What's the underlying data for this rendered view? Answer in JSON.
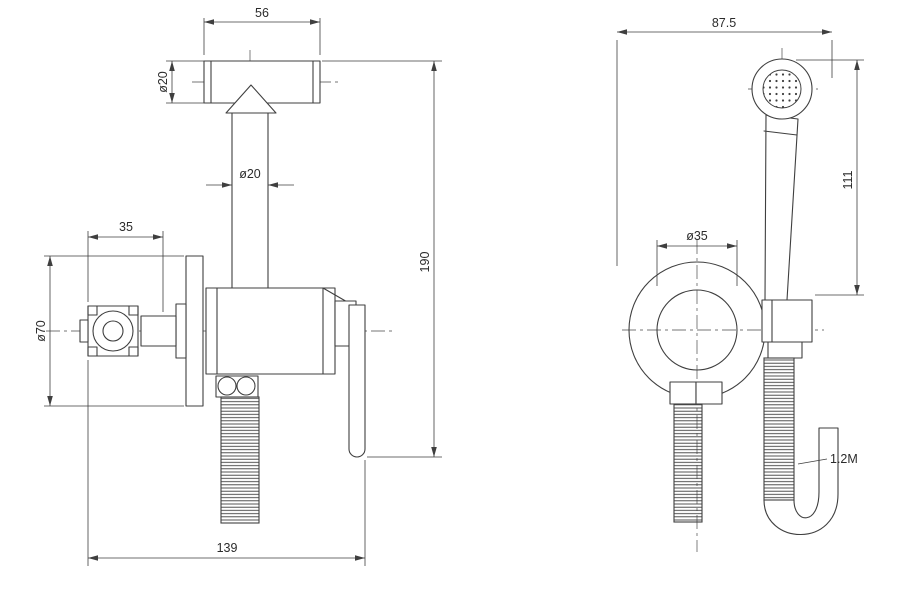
{
  "page": {
    "background": "#ffffff",
    "line_color": "#3f3f3f",
    "text_color": "#2b2b2b",
    "description": "Technical dimension drawing of a hygienic shower bidet sprayer set, front view and side view"
  },
  "drawing": {
    "front_view": {
      "dim_top_width": "56",
      "dim_sprayer_diameter": "ø20",
      "dim_pipe_diameter": "ø20",
      "dim_overall_height": "190",
      "dim_union_offset": "35",
      "dim_flange_diameter": "ø70",
      "dim_overall_width": "139"
    },
    "side_view": {
      "dim_top_width": "87.5",
      "dim_handle_height": "111",
      "dim_escutcheon_diameter": "ø35",
      "dim_hose_length": "1.2M"
    }
  }
}
